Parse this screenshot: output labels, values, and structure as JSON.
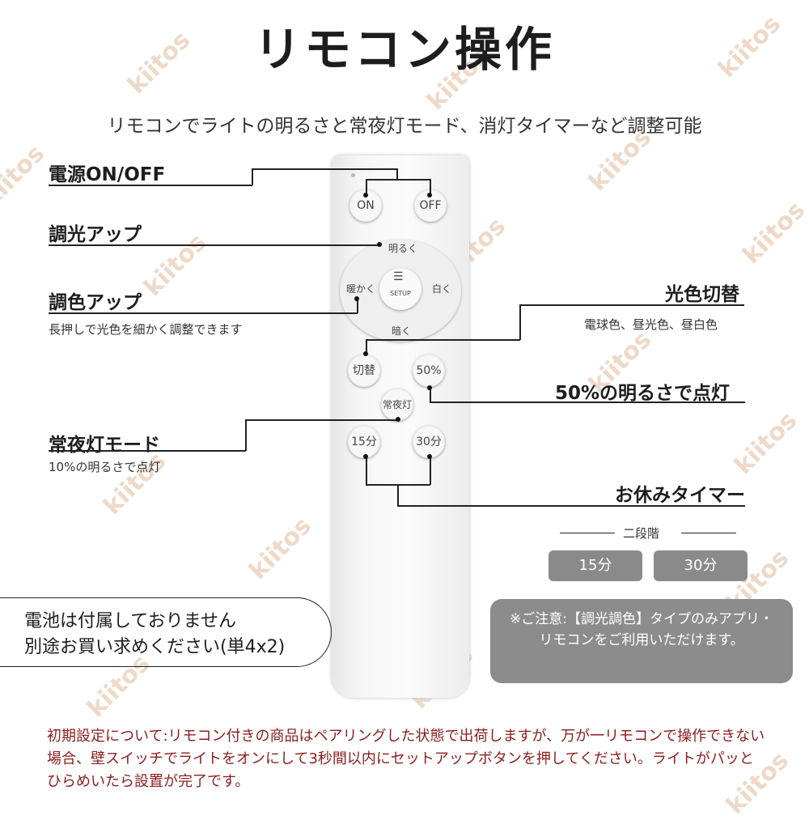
{
  "title": "リモコン操作",
  "subtitle": "リモコンでライトの明るさと常夜灯モード、消灯タイマーなど調整可能",
  "watermark": "kiitos",
  "labels": {
    "power": "電源ON/OFF",
    "brightness_up": "調光アップ",
    "color_up": "調色アップ",
    "color_up_desc": "長押しで光色を細かく調整できます",
    "night_mode": "常夜灯モード",
    "night_mode_desc": "10%の明るさで点灯",
    "color_switch": "光色切替",
    "color_switch_desc": "電球色、昼光色、昼白色",
    "half_brightness": "50%の明るさで点灯",
    "sleep_timer": "お休みタイマー",
    "two_stage": "二段階",
    "timer_15": "15分",
    "timer_30": "30分"
  },
  "remote": {
    "on": "ON",
    "off": "OFF",
    "bright": "明るく",
    "dark": "暗く",
    "warm": "暖かく",
    "white": "白く",
    "setup": "SETUP",
    "switch": "切替",
    "half": "50%",
    "night": "常夜灯",
    "t15": "15分",
    "t30": "30分"
  },
  "note": "※ご注意:【調光調色】タイプのみアプリ・リモコンをご利用いただけます。",
  "battery": {
    "line1": "電池は付属しておりません",
    "line2": "別途お買い求めください(単4x2)"
  },
  "footer": "初期設定について:リモコン付きの商品はペアリングした状態で出荷しますが、万が一リモコンで操作できない場合、壁スイッチでライトをオンにして3秒間以内にセットアップボタンを押してください。ライトがパッとひらめいたら設置が完了です。",
  "colors": {
    "pill": "#8a8a8a",
    "note_bg": "#8c8c8c",
    "footer_text": "#8b1d1d"
  }
}
